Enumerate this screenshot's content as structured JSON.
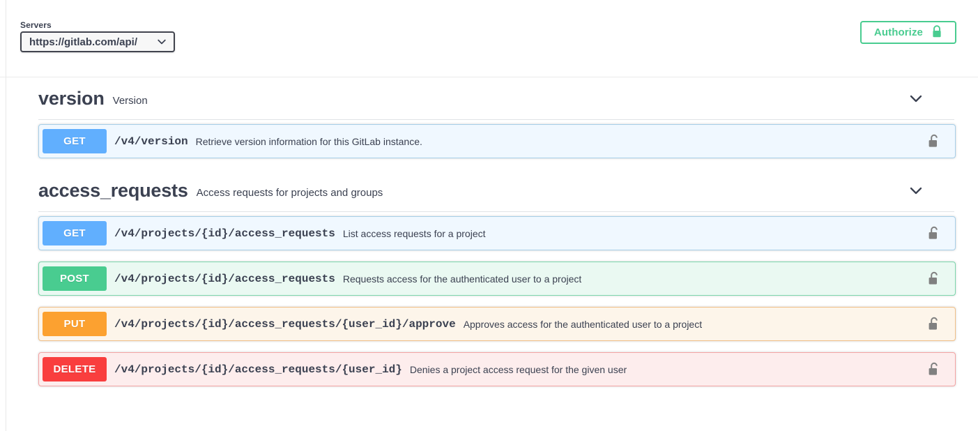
{
  "scheme_bar": {
    "servers_label": "Servers",
    "server_value": "https://gitlab.com/api/",
    "server_caret_icon": "chevron-down-icon",
    "authorize_label": "Authorize",
    "authorize_lock_icon": "lock-closed-icon"
  },
  "sections": [
    {
      "name": "version",
      "description": "Version",
      "caret_icon": "chevron-down-icon",
      "operations": [
        {
          "method": "GET",
          "method_class": "get",
          "path": "/v4/version",
          "summary": "Retrieve version information for this GitLab instance.",
          "lock_icon": "lock-open-icon"
        }
      ]
    },
    {
      "name": "access_requests",
      "description": "Access requests for projects and groups",
      "caret_icon": "chevron-down-icon",
      "operations": [
        {
          "method": "GET",
          "method_class": "get",
          "path": "/v4/projects/{id}/access_requests",
          "summary": "List access requests for a project",
          "lock_icon": "lock-open-icon"
        },
        {
          "method": "POST",
          "method_class": "post",
          "path": "/v4/projects/{id}/access_requests",
          "summary": "Requests access for the authenticated user to a project",
          "lock_icon": "lock-open-icon"
        },
        {
          "method": "PUT",
          "method_class": "put",
          "path": "/v4/projects/{id}/access_requests/{user_id}/approve",
          "summary": "Approves access for the authenticated user to a project",
          "lock_icon": "lock-open-icon"
        },
        {
          "method": "DELETE",
          "method_class": "delete",
          "path": "/v4/projects/{id}/access_requests/{user_id}",
          "summary": "Denies a project access request for the given user",
          "lock_icon": "lock-open-icon"
        }
      ]
    }
  ],
  "colors": {
    "get": "#61affe",
    "post": "#49cc90",
    "put": "#fca130",
    "delete": "#f93e3e",
    "authorize_green": "#49cc90",
    "text": "#3b4151"
  }
}
